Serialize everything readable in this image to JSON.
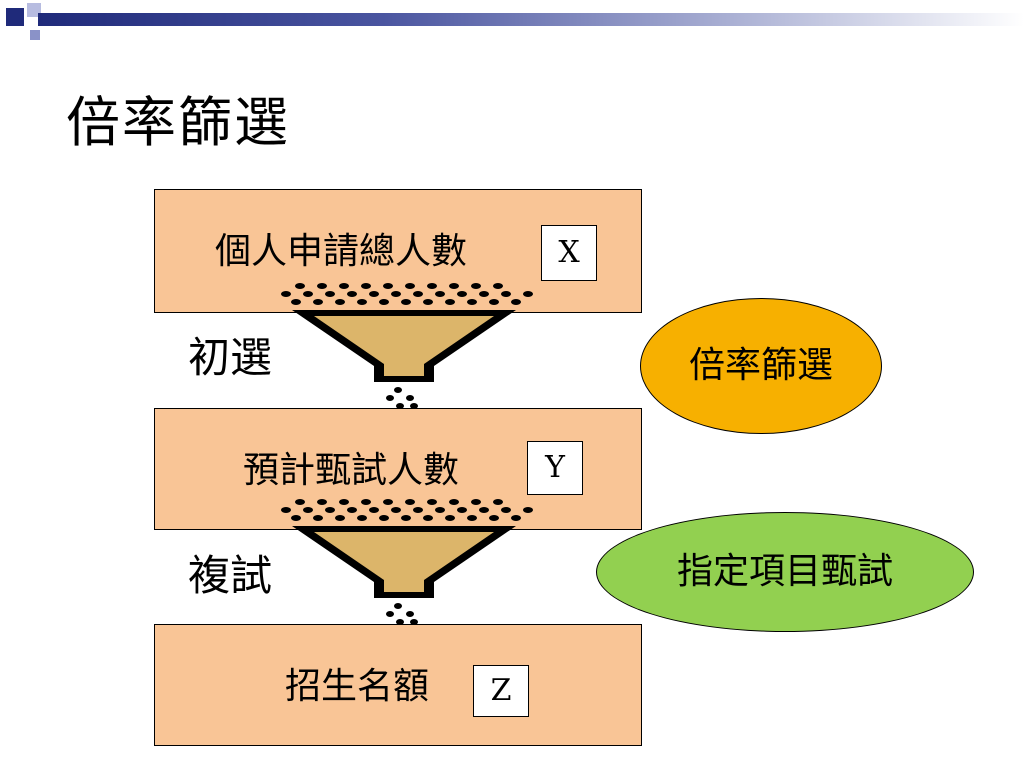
{
  "title": "倍率篩選",
  "boxes": [
    {
      "label": "個人申請總人數",
      "var": "X"
    },
    {
      "label": "預計甄試人數",
      "var": "Y"
    },
    {
      "label": "招生名額",
      "var": "Z"
    }
  ],
  "stages": [
    "初選",
    "複試"
  ],
  "ellipses": [
    {
      "label": "倍率篩選",
      "color": "#f7b000"
    },
    {
      "label": "指定項目甄試",
      "color": "#92d050"
    }
  ],
  "colors": {
    "box_fill": "#f9c596",
    "funnel_fill": "#dcb56a",
    "header_dark": "#1f2a7a",
    "header_light": "#a9afd3"
  }
}
